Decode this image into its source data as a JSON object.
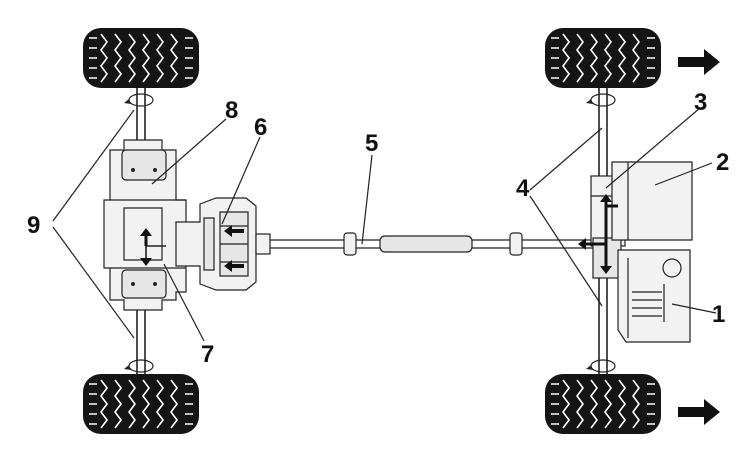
{
  "callouts": {
    "n1": "1",
    "n2": "2",
    "n3": "3",
    "n4": "4",
    "n5": "5",
    "n6": "6",
    "n7": "7",
    "n8": "8",
    "n9": "9"
  },
  "colors": {
    "line": "#222222",
    "tire": "#151515",
    "part_fill": "#f2f2f2"
  },
  "icons": {
    "direction": "right-arrow-icon",
    "rotation": "rotation-arrow-icon",
    "torque_flow": "torque-flow-arrow-icon"
  }
}
